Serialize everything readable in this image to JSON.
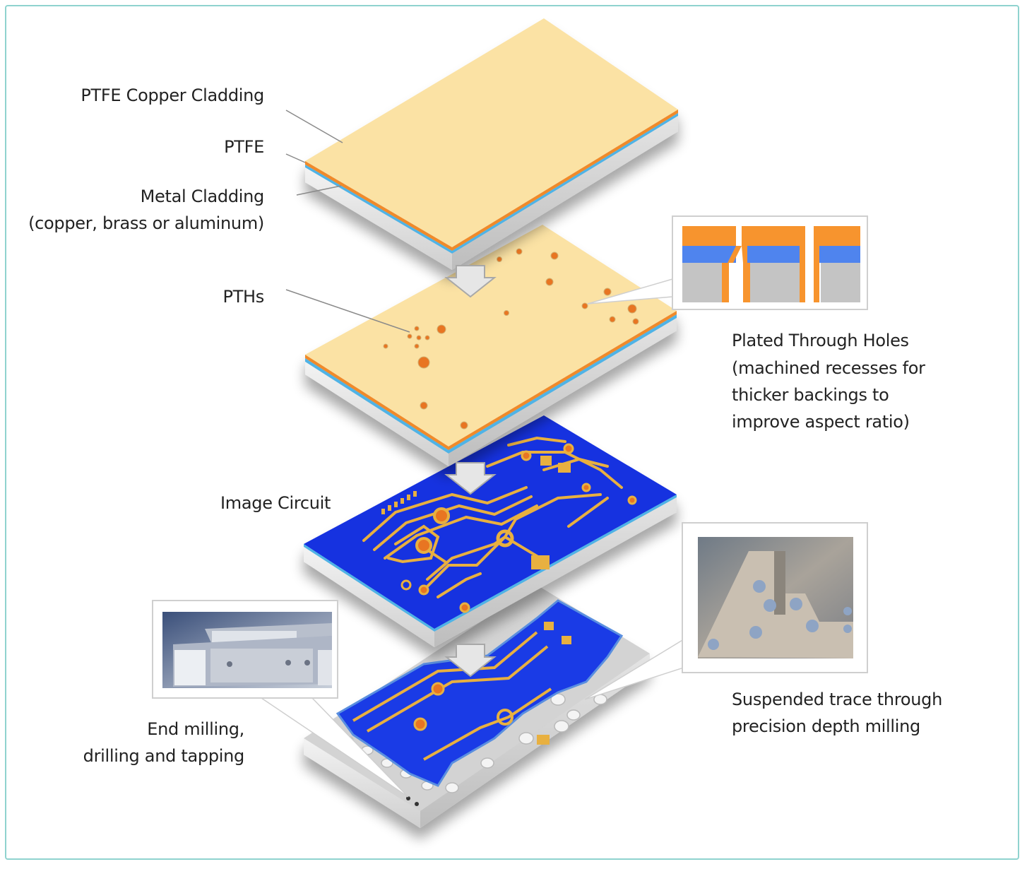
{
  "labels": {
    "copper_cladding": "PTFE Copper Cladding",
    "ptfe": "PTFE",
    "metal_cladding_1": "Metal Cladding",
    "metal_cladding_2": "(copper, brass or aluminum)",
    "pths": "PTHs",
    "plated_1": "Plated Through Holes",
    "plated_2": "(machined recesses for",
    "plated_3": "thicker backings to",
    "plated_4": "improve aspect ratio)",
    "image_circuit": "Image Circuit",
    "end_milling_1": "End milling,",
    "end_milling_2": "drilling and tapping",
    "suspended_1": "Suspended trace through",
    "suspended_2": "precision depth milling"
  },
  "colors": {
    "frame": "#8fd3cf",
    "copper_top": "#fbe2a4",
    "copper_edge": "#f08a2a",
    "ptfe_layer": "#4fb3e6",
    "metal": "#e8e8e8",
    "circuit_blue": "#1530e0",
    "trace_gold": "#e8b040",
    "hole_orange": "#e87522"
  }
}
